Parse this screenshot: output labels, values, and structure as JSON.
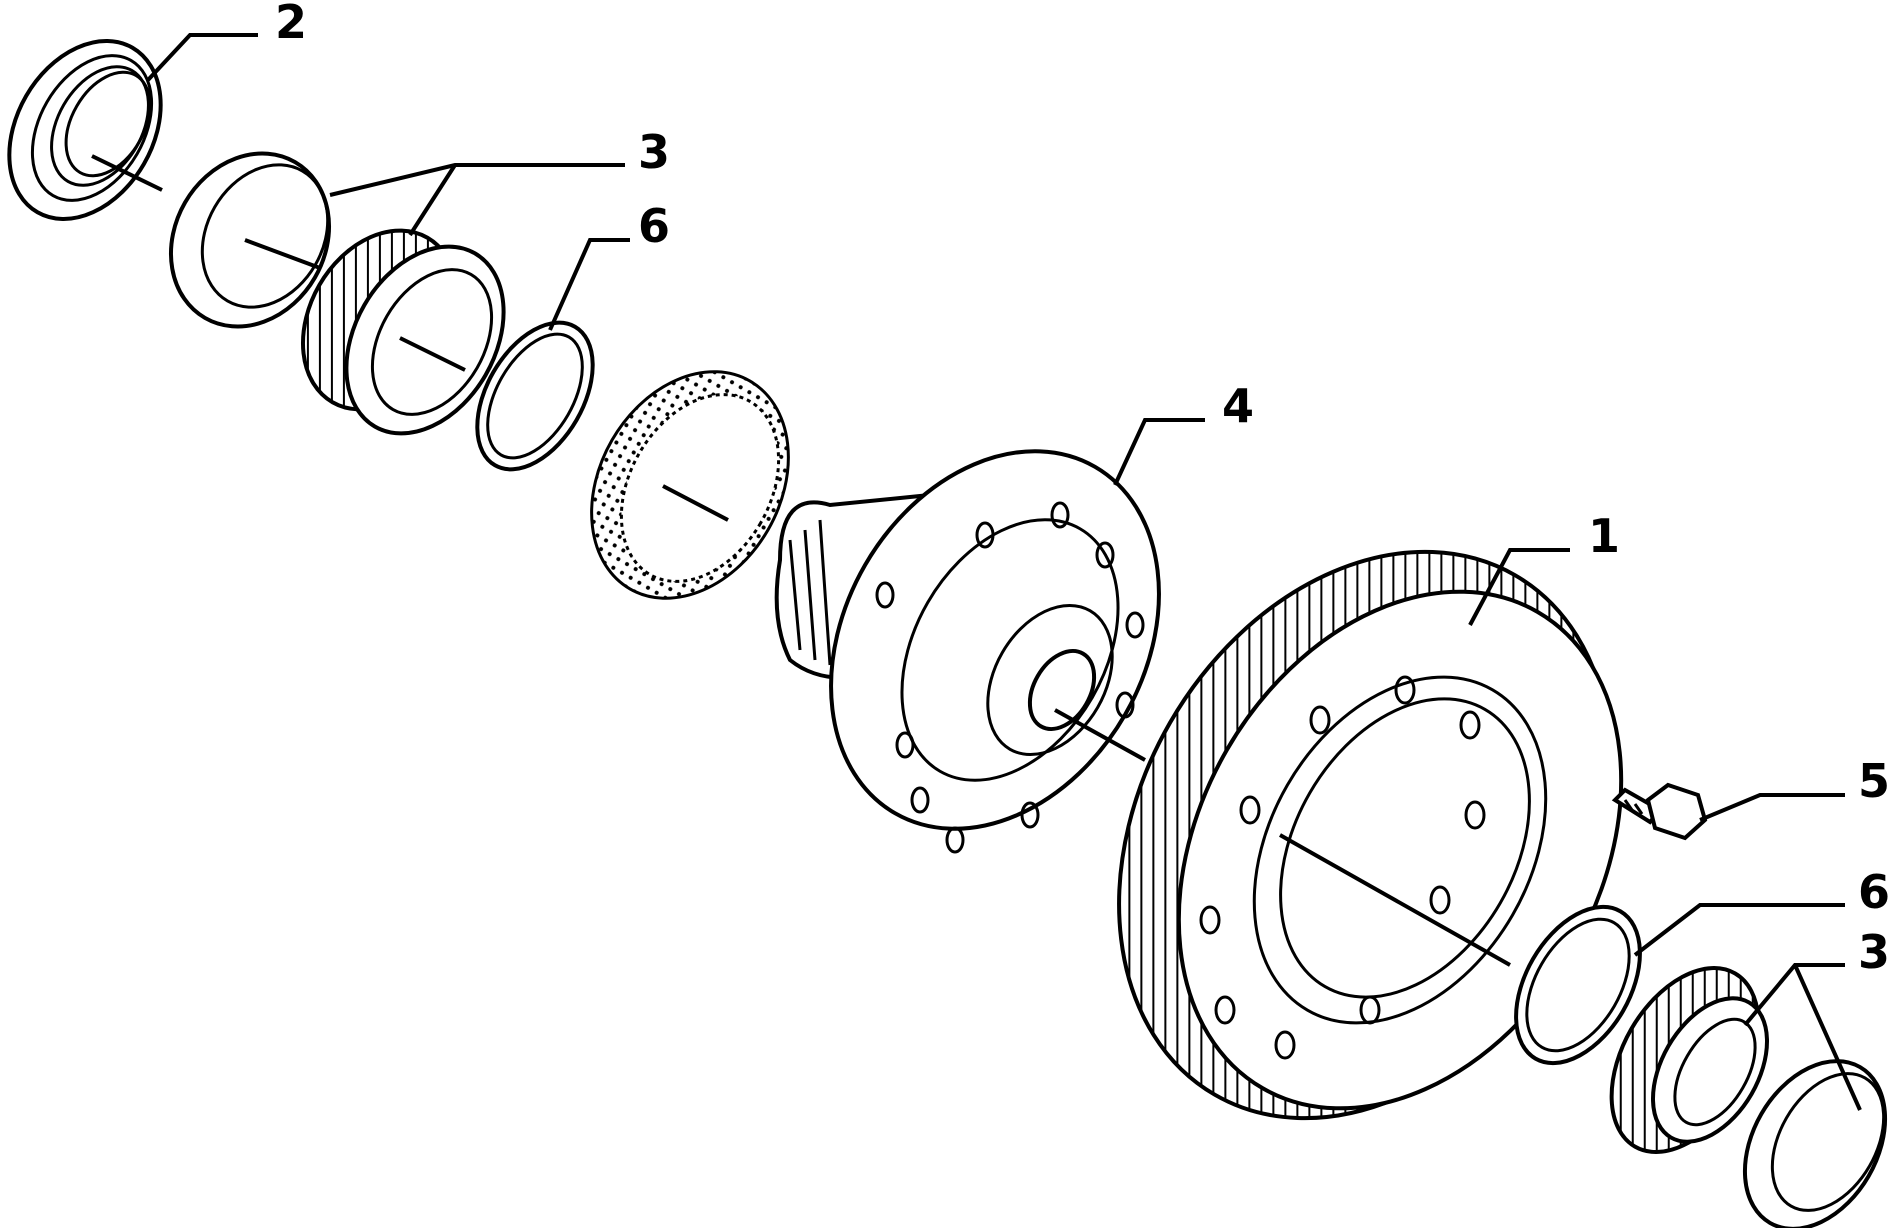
{
  "callouts": {
    "c1": "1",
    "c2": "2",
    "c3a": "3",
    "c3b": "3",
    "c4": "4",
    "c5": "5",
    "c6a": "6",
    "c6b": "6"
  },
  "colors": {
    "ink": "#000000",
    "paper": "#ffffff"
  }
}
